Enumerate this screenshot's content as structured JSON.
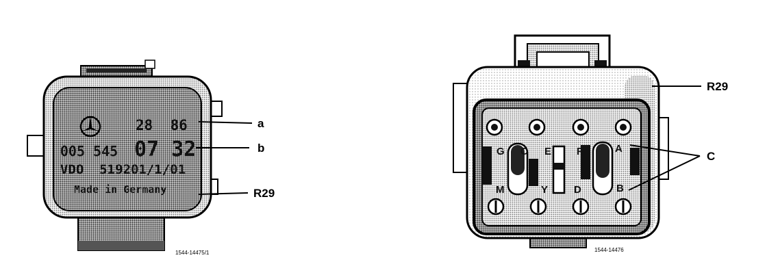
{
  "left_view": {
    "label_line1_date": "28  86",
    "label_line2_part_a": "005 545",
    "label_line2_part_b": "07 32",
    "label_line3": "VDO  519201/1/01",
    "label_line4": "Made in Germany",
    "callouts": {
      "a": "a",
      "b": "b",
      "r29": "R29"
    },
    "figure_id": "1544-14475/1"
  },
  "right_view": {
    "callouts": {
      "r29": "R29",
      "c": "C"
    },
    "pin_labels_top": [
      "G",
      "C",
      "E",
      "F",
      "A"
    ],
    "pin_labels_bottom": [
      "M",
      "Y",
      "D",
      "B"
    ],
    "figure_id": "1544-14476"
  }
}
